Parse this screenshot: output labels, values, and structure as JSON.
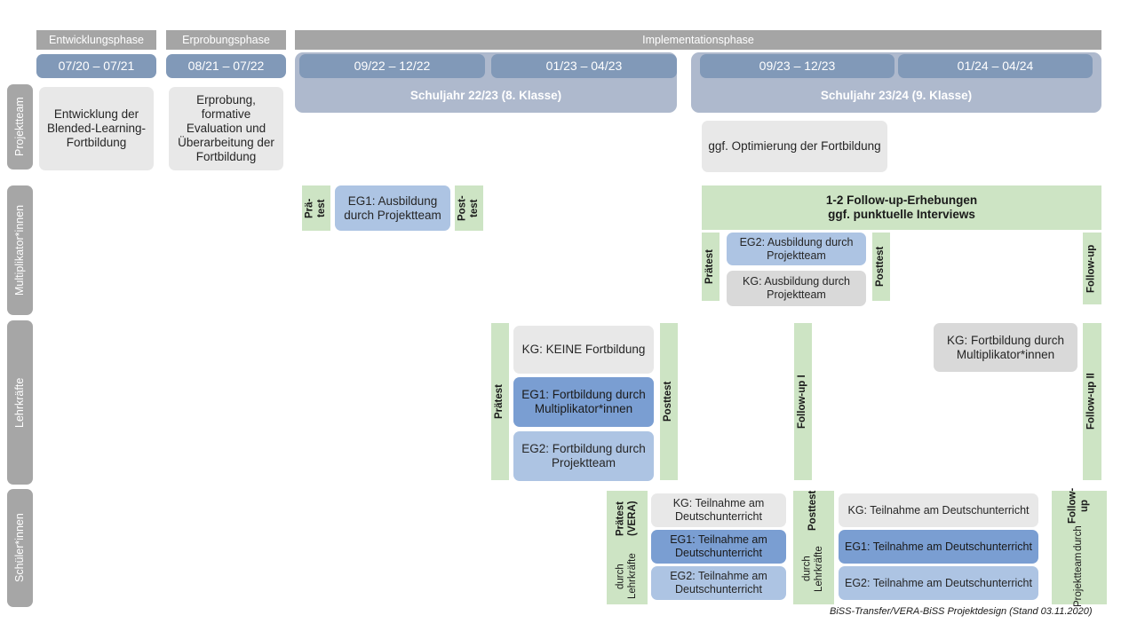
{
  "document": {
    "title": "BiSS-Transfer/VERA-BiSS Projektdesign",
    "footer": "BiSS-Transfer/VERA-BiSS Projektdesign (Stand 03.11.2020)"
  },
  "colors": {
    "phase_header": "#a5a5a5",
    "date_bar": "#8199b8",
    "school_year_bar": "#aeb9cd",
    "sidebar": "#a6a6a6",
    "control_group_grey": "#d9d9d9",
    "neutral_grey": "#e8e8e8",
    "eg1_blue_dark": "#7a9ed2",
    "eg2_blue_light": "#adc4e3",
    "measurement_green": "#cde4c4"
  },
  "phases": [
    {
      "id": "entwicklung",
      "label": "Entwicklungsphase"
    },
    {
      "id": "erprobung",
      "label": "Erprobungsphase"
    },
    {
      "id": "implementation",
      "label": "Implementationsphase"
    }
  ],
  "periods": [
    {
      "id": "p1",
      "label": "07/20 – 07/21"
    },
    {
      "id": "p2",
      "label": "08/21 – 07/22"
    },
    {
      "id": "p3",
      "label": "09/22 – 12/22"
    },
    {
      "id": "p4",
      "label": "01/23 – 04/23"
    },
    {
      "id": "p5",
      "label": "09/23 – 12/23"
    },
    {
      "id": "p6",
      "label": "01/24 – 04/24"
    }
  ],
  "school_years": [
    {
      "id": "sy2223",
      "label": "Schuljahr 22/23 (8. Klasse)"
    },
    {
      "id": "sy2324",
      "label": "Schuljahr 23/24 (9. Klasse)"
    }
  ],
  "sidebar": {
    "items": [
      {
        "id": "projektteam",
        "label": "Projektteam"
      },
      {
        "id": "multiplikatorinnen",
        "label": "Multiplikator*innen"
      },
      {
        "id": "lehrkraefte",
        "label": "Lehrkräfte"
      },
      {
        "id": "schuelerinnen",
        "label": "Schüler*innen"
      }
    ]
  },
  "rows": {
    "projektteam": {
      "entwicklung": "Entwicklung der Blended-Learning-Fortbildung",
      "erprobung": "Erprobung, formative Evaluation und Überarbeitung der Fortbildung",
      "optimierung": "ggf. Optimierung der Fortbildung"
    },
    "multiplikatorinnen": {
      "praetest_short": "Prä-\ntest",
      "posttest_short": "Post-\ntest",
      "eg1_ausbildung": "EG1: Ausbildung durch Projektteam",
      "followup_banner_line1": "1-2 Follow-up-Erhebungen",
      "followup_banner_line2": "ggf. punktuelle Interviews",
      "praetest": "Prätest",
      "posttest": "Posttest",
      "eg2_ausbildung": "EG2: Ausbildung durch Projektteam",
      "kg_ausbildung": "KG: Ausbildung durch Projektteam",
      "followup": "Follow-up"
    },
    "lehrkraefte": {
      "praetest": "Prätest",
      "posttest": "Posttest",
      "kg_keine": "KG: KEINE Fortbildung",
      "eg1_fortbildung": "EG1: Fortbildung durch Multiplikator*innen",
      "eg2_fortbildung": "EG2: Fortbildung durch Projektteam",
      "followup_1": "Follow-up I",
      "kg_fortbildung": "KG: Fortbildung durch Multiplikator*innen",
      "followup_2": "Follow-up II"
    },
    "schuelerinnen": {
      "praetest_main": "Prätest (VERA)",
      "praetest_sub": "durch Lehrkräfte",
      "posttest_main": "Posttest",
      "posttest_sub": "durch Lehrkräfte",
      "followup_main": "Follow-up",
      "followup_sub1": "durch",
      "followup_sub2": "Projektteam",
      "block1": {
        "kg": "KG: Teilnahme am Deutschunterricht",
        "eg1": "EG1: Teilnahme am Deutschunterricht",
        "eg2": "EG2: Teilnahme am Deutschunterricht"
      },
      "block2": {
        "kg": "KG: Teilnahme am Deutschunterricht",
        "eg1": "EG1: Teilnahme am Deutschunterricht",
        "eg2": "EG2: Teilnahme am Deutschunterricht"
      }
    }
  }
}
